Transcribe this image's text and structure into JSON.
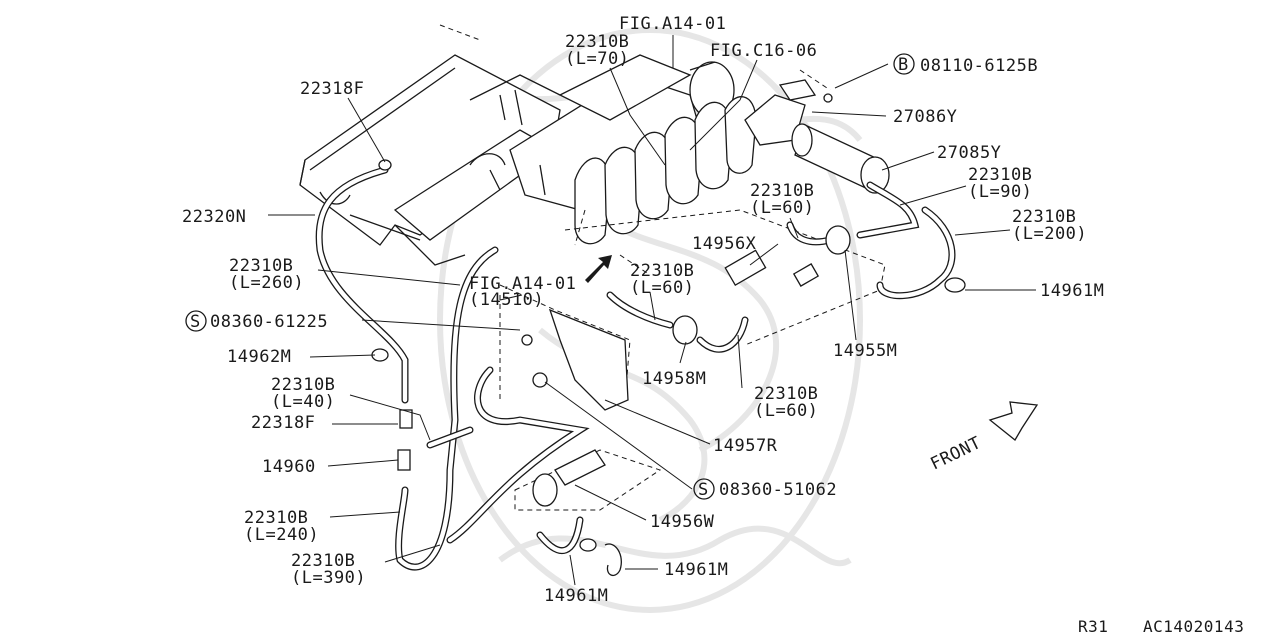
{
  "diagram": {
    "labels": {
      "fig_a14_01_top": "FIG.A14-01",
      "p22310b_l70": "22310B",
      "p22310b_l70_len": "(L=70)",
      "fig_c16_06": "FIG.C16-06",
      "p08110_6125b": "08110-6125B",
      "p08110_prefix": "B",
      "p22318f_top": "22318F",
      "p27086y": "27086Y",
      "p27085y": "27085Y",
      "p22310b_l90": "22310B",
      "p22310b_l90_len": "(L=90)",
      "p22310b_l60_a": "22310B",
      "p22310b_l60_a_len": "(L=60)",
      "p22310b_l200": "22310B",
      "p22310b_l200_len": "(L=200)",
      "p22320n": "22320N",
      "p14956x": "14956X",
      "p22310b_l260": "22310B",
      "p22310b_l260_len": "(L=260)",
      "fig_a14_01_mid": "FIG.A14-01",
      "fig_a14_01_mid_sub": "(14510)",
      "p22310b_l60_b": "22310B",
      "p22310b_l60_b_len": "(L=60)",
      "p14961m_right": "14961M",
      "p08360_61225": "08360-61225",
      "p08360_61225_prefix": "S",
      "p14962m": "14962M",
      "p14955m": "14955M",
      "p14958m": "14958M",
      "p22310b_l40": "22310B",
      "p22310b_l40_len": "(L=40)",
      "p22310b_l60_c": "22310B",
      "p22310b_l60_c_len": "(L=60)",
      "p22318f_mid": "22318F",
      "p14957r": "14957R",
      "p14960": "14960",
      "front": "FRONT",
      "p08360_51062": "08360-51062",
      "p08360_51062_prefix": "S",
      "p22310b_l240": "22310B",
      "p22310b_l240_len": "(L=240)",
      "p14956w": "14956W",
      "p22310b_l390": "22310B",
      "p22310b_l390_len": "(L=390)",
      "p14961m_bottom_right": "14961M",
      "p14961m_bottom": "14961M"
    },
    "footer": {
      "model_code": "R31",
      "diagram_code": "AC14020143"
    },
    "colors": {
      "ink": "#1a1a1a",
      "background": "#ffffff",
      "watermark": "#e6e6e6"
    }
  }
}
